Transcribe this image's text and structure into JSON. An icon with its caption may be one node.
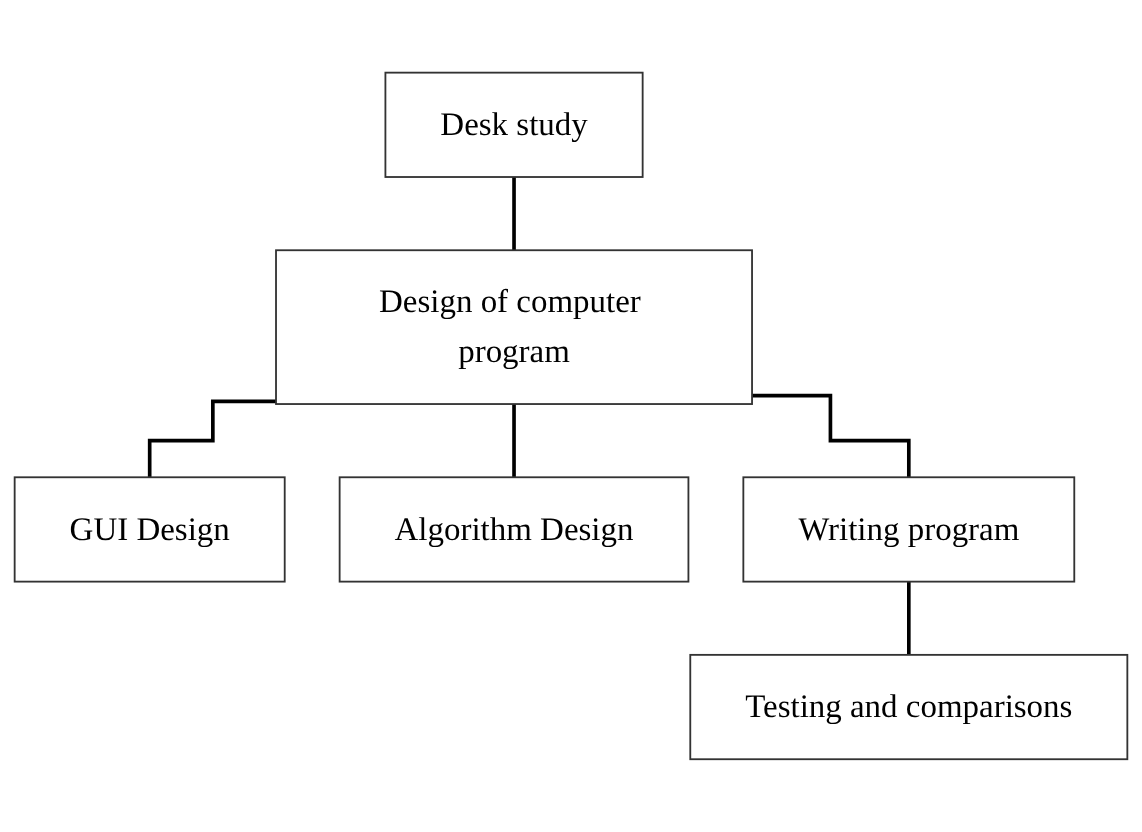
{
  "diagram": {
    "nodes": [
      {
        "text": [
          "Desk study"
        ]
      },
      {
        "text": [
          "Design of computer program"
        ]
      },
      {
        "text": [
          "GUI Design"
        ]
      },
      {
        "text": [
          "Algorithm Design"
        ]
      },
      {
        "text": [
          "Writing program"
        ]
      },
      {
        "text": [
          "Testing and comparisons"
        ]
      }
    ],
    "edges": [
      {
        "from": 0,
        "to": 1,
        "arrow": "none"
      },
      {
        "from": 1,
        "to": 2,
        "arrow": "none"
      },
      {
        "from": 1,
        "to": 3,
        "arrow": "none"
      },
      {
        "from": 1,
        "to": 4,
        "arrow": "none"
      },
      {
        "from": 4,
        "to": 5,
        "arrow": "none"
      }
    ]
  }
}
